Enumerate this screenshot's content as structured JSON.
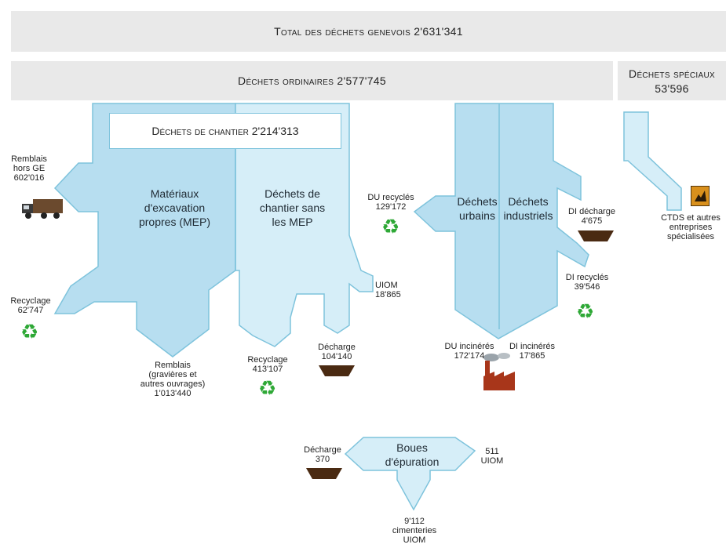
{
  "header": {
    "total": "Total des déchets genevois 2'631'341",
    "ordinaires": "Déchets ordinaires 2'577'745",
    "speciaux_title": "Déchets spéciaux",
    "speciaux_value": "53'596"
  },
  "chantier": {
    "title": "Déchets de chantier 2'214'313",
    "mep": [
      "Matériaux",
      "d'excavation",
      "propres (MEP)"
    ],
    "sans_mep": [
      "Déchets de",
      "chantier sans",
      "les MEP"
    ],
    "remblais_hors": [
      "Remblais",
      "hors GE",
      "602'016"
    ],
    "recycling_left": [
      "Recyclage",
      "62'747"
    ],
    "remblais_gravieres": [
      "Remblais",
      "(gravières et",
      "autres ouvrages)",
      "1'013'440"
    ],
    "recycling_mid": [
      "Recyclage",
      "413'107"
    ],
    "decharge": [
      "Décharge",
      "104'140"
    ],
    "uiom": [
      "UIOM",
      "18'865"
    ]
  },
  "urbains": {
    "du_label": [
      "Déchets",
      "urbains"
    ],
    "di_label": [
      "Déchets",
      "industriels"
    ],
    "du_recycles": [
      "DU recyclés",
      "129'172"
    ],
    "di_decharge": [
      "DI décharge",
      "4'675"
    ],
    "di_recycles": [
      "DI recyclés",
      "39'546"
    ],
    "du_incineres": [
      "DU incinérés",
      "172'174"
    ],
    "di_incineres": [
      "DI incinérés",
      "17'865"
    ]
  },
  "speciaux": {
    "dest": [
      "CTDS et autres",
      "entreprises",
      "spécialisées"
    ]
  },
  "boues": {
    "label": [
      "Boues",
      "d'épuration"
    ],
    "decharge": [
      "Décharge",
      "370"
    ],
    "uiom": [
      "511",
      "UIOM"
    ],
    "cimenteries": [
      "9'112",
      "cimenteries",
      "UIOM"
    ]
  },
  "colors": {
    "mep_fill": "#b7def0",
    "light_fill": "#d6eef8",
    "stroke": "#7ec3dc",
    "bar": "#e9e9e9",
    "recycle": "#2ea836",
    "bin": "#4a2a12",
    "factory": "#a8361a",
    "hazard": "#d9901c"
  },
  "icons": [
    "truck-icon",
    "recycle-icon",
    "landfill-icon",
    "factory-icon",
    "hazard-icon"
  ]
}
